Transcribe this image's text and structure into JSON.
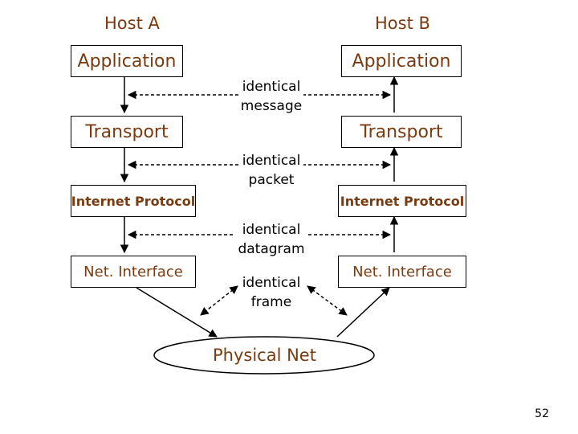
{
  "hosts": {
    "a": {
      "title": "Host A"
    },
    "b": {
      "title": "Host B"
    }
  },
  "layers": {
    "application": "Application",
    "transport": "Transport",
    "internet": "Internet Protocol",
    "network": "Net. Interface"
  },
  "peer_labels": {
    "message": "identical message",
    "packet": "identical packet",
    "datagram": "identical datagram",
    "frame": "identical frame"
  },
  "physical": "Physical Net",
  "page_number": "52",
  "colors": {
    "label_brown": "#7a3b10",
    "line": "#000000"
  }
}
